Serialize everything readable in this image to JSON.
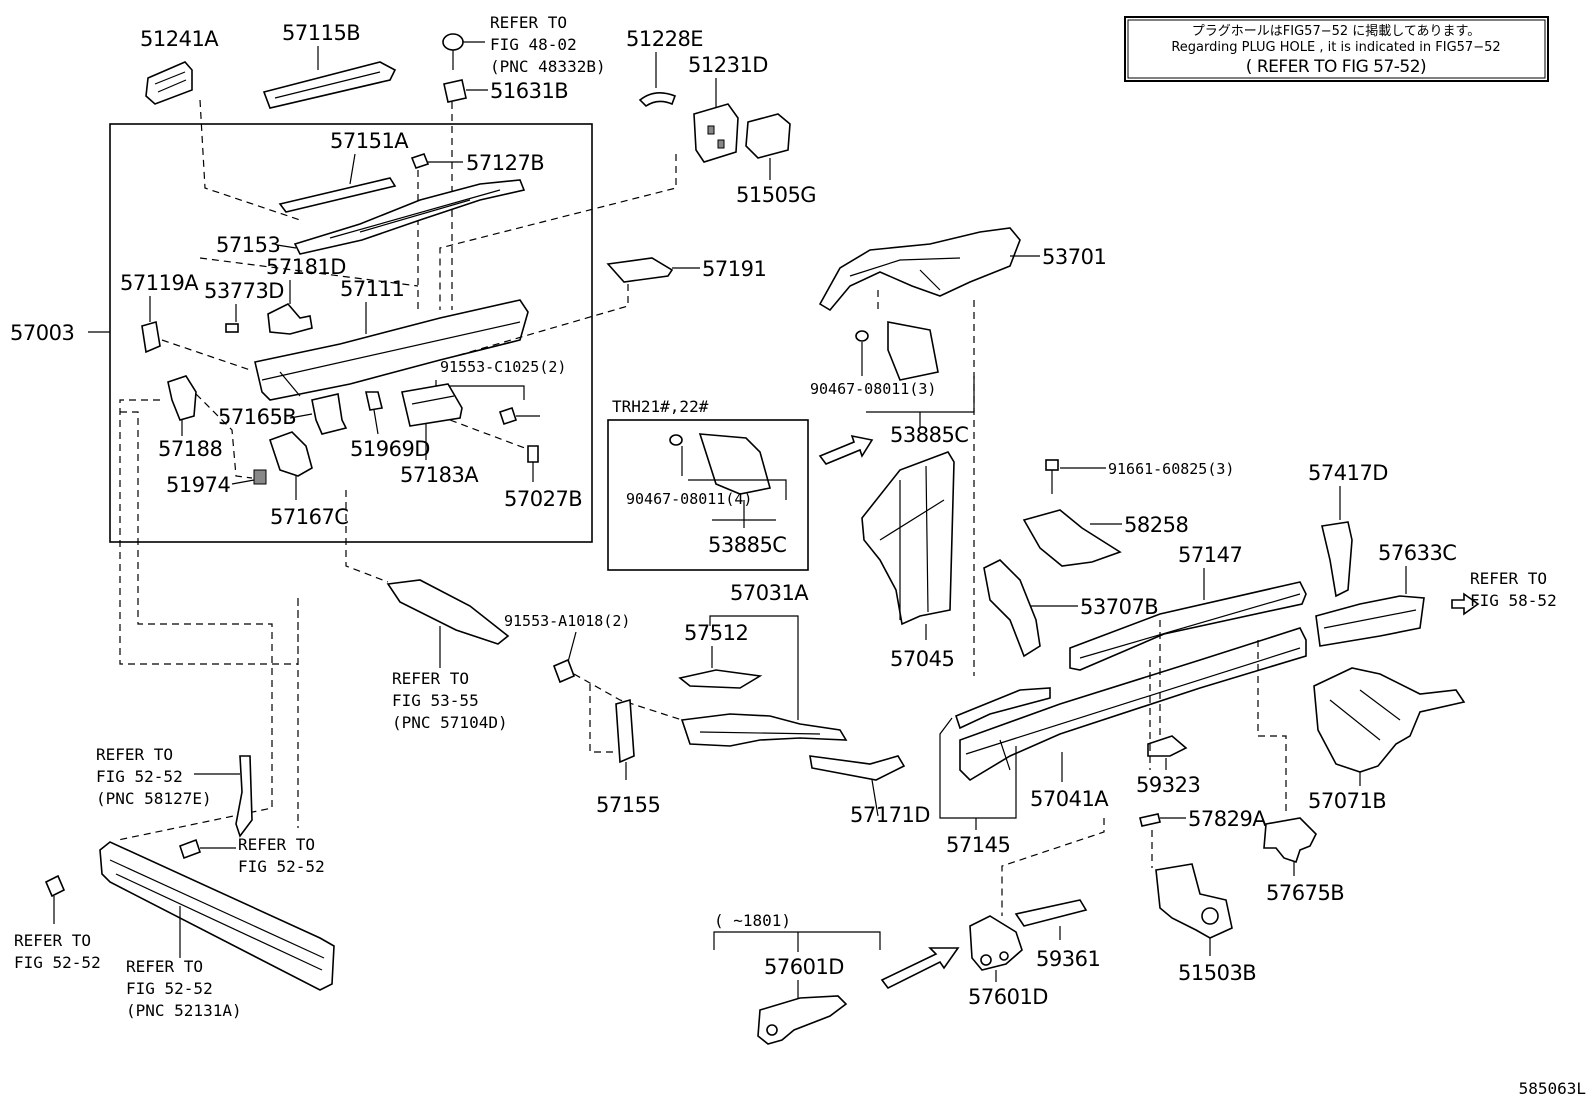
{
  "note": {
    "line1": "プラグホールはFIG57−52 に掲載してあります。",
    "line2": "Regarding PLUG HOLE , it is indicated in FIG57−52",
    "line3": "( REFER TO FIG 57-52)"
  },
  "footer_code": "585063L",
  "variant_box": {
    "label": "TRH21#,22#",
    "part1": "90467-08011(4)",
    "part2": "53885C"
  },
  "date_note": "(    ~1801)",
  "labels": {
    "p51241A": "51241A",
    "p57115B": "57115B",
    "p51631B": "51631B",
    "p51228E": "51228E",
    "p51231D": "51231D",
    "p51505G": "51505G",
    "p57151A": "57151A",
    "p57127B": "57127B",
    "p57153": "57153",
    "p57181D": "57181D",
    "p57119A": "57119A",
    "p53773D": "53773D",
    "p57111": "57111",
    "p57003": "57003",
    "p91553C1025": "91553-C1025(2)",
    "p57165B": "57165B",
    "p57188": "57188",
    "p51969D": "51969D",
    "p57183A": "57183A",
    "p51974": "51974",
    "p57167C": "57167C",
    "p57027B": "57027B",
    "p57191": "57191",
    "p53701": "53701",
    "p90467_3": "90467-08011(3)",
    "p53885C": "53885C",
    "p91661": "91661-60825(3)",
    "p57417D": "57417D",
    "p58258": "58258",
    "p57147": "57147",
    "p57633C": "57633C",
    "p53707B": "53707B",
    "p57045": "57045",
    "p57031A": "57031A",
    "p57512": "57512",
    "p91553A1018": "91553-A1018(2)",
    "p57155": "57155",
    "p57171D": "57171D",
    "p57145": "57145",
    "p57041A": "57041A",
    "p59323": "59323",
    "p57071B": "57071B",
    "p57829A": "57829A",
    "p57675B": "57675B",
    "p59361": "59361",
    "p51503B": "51503B",
    "p57601D_a": "57601D",
    "p57601D_b": "57601D"
  },
  "refers": {
    "r4802": [
      "REFER TO",
      "FIG 48-02",
      "(PNC 48332B)"
    ],
    "r5355": [
      "REFER TO",
      "FIG 53-55",
      "(PNC 57104D)"
    ],
    "r5852": [
      "REFER TO",
      "FIG 58-52"
    ],
    "r5252a": [
      "REFER TO",
      "FIG 52-52",
      "(PNC 58127E)"
    ],
    "r5252b": [
      "REFER TO",
      "FIG 52-52"
    ],
    "r5252c": [
      "REFER TO",
      "FIG 52-52"
    ],
    "r5252d": [
      "REFER TO",
      "FIG 52-52",
      "(PNC 52131A)"
    ]
  }
}
